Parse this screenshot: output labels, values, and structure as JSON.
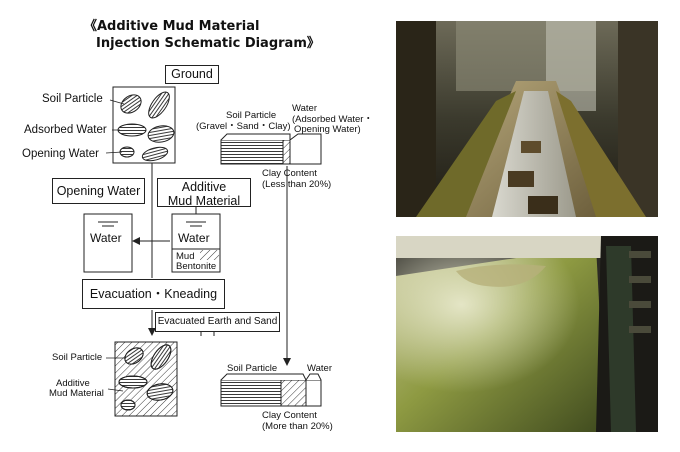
{
  "title": {
    "line1": "《Additive Mud Material",
    "line2": "Injection Schematic Diagram》"
  },
  "ground": {
    "header": "Ground",
    "soil_particle": "Soil Particle",
    "adsorbed_water": "Adsorbed Water",
    "opening_water": "Opening Water"
  },
  "composition_top": {
    "soil_particle": "Soil Particle",
    "soil_types": "(Gravel・Sand・Clay)",
    "water": "Water",
    "water_detail_1": "(Adsorbed Water・",
    "water_detail_2": "Opening Water)",
    "clay_content_1": "Clay Content",
    "clay_content_2": "(Less than 20%)"
  },
  "opening_water_box": {
    "header": "Opening Water",
    "label": "Water"
  },
  "additive_box": {
    "header_1": "Additive",
    "header_2": "Mud Material",
    "water": "Water",
    "mud": "Mud",
    "bentonite": "Bentonite"
  },
  "process": {
    "evacuation": "Evacuation・Kneading",
    "evacuated": "Evacuated Earth and Sand"
  },
  "result": {
    "soil_particle": "Soil Particle",
    "additive_1": "Additive",
    "additive_2": "Mud Material"
  },
  "composition_bottom": {
    "soil_particle": "Soil Particle",
    "water": "Water",
    "clay_content_1": "Clay Content",
    "clay_content_2": "(More than 20%)"
  },
  "photos": [
    {
      "name": "conveyor-photo"
    },
    {
      "name": "muck-trough-photo"
    }
  ]
}
